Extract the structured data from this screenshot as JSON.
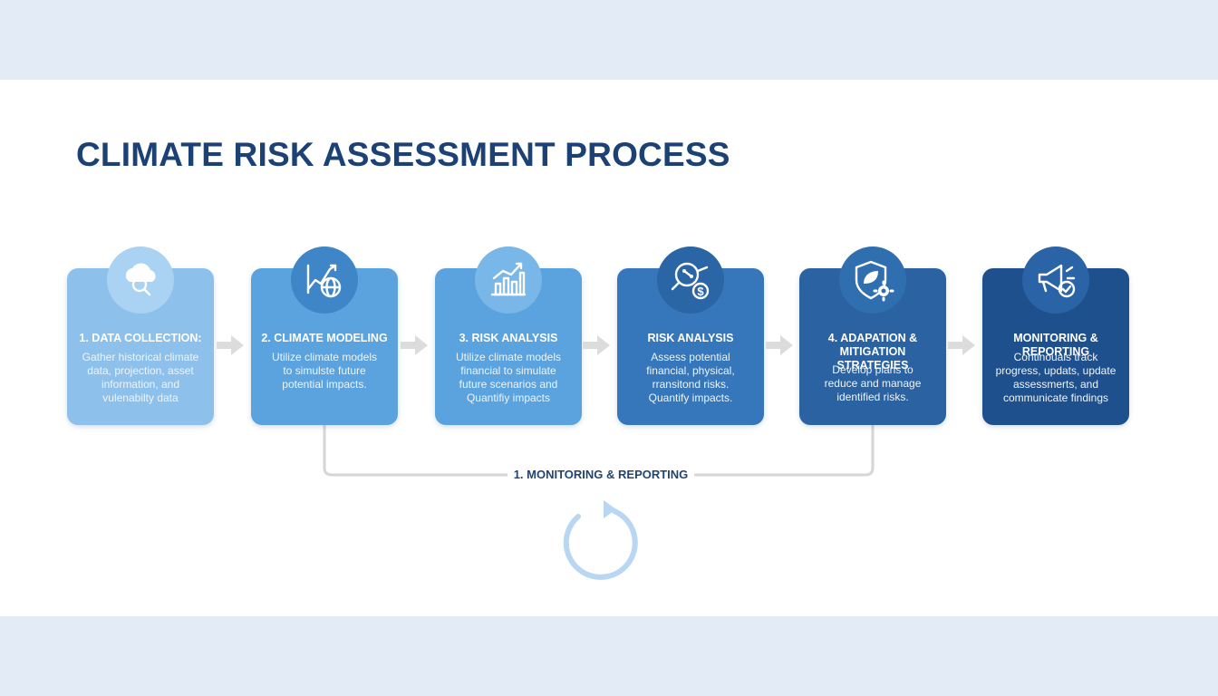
{
  "title": "CLIMATE RISK ASSESSMENT PROCESS",
  "steps": [
    {
      "title_lines": [
        "1. DATA COLLECTION:"
      ],
      "desc_lines": [
        "Gather historical climate",
        "data, projection, asset",
        "information, and",
        "vulenabilty data"
      ],
      "icon": "cloud-search-icon",
      "color": "#8dc1ec",
      "icon_color": "#a9d2f3"
    },
    {
      "title_lines": [
        "2. CLIMATE MODELING"
      ],
      "desc_lines": [
        "Utilize climate models",
        "to simulste future",
        "potential impacts."
      ],
      "icon": "chart-globe-icon",
      "color": "#5aa3de",
      "icon_color": "#3f86c8"
    },
    {
      "title_lines": [
        "3. RISK ANALYSIS"
      ],
      "desc_lines": [
        "Utilize climate models",
        "financial to simulate",
        "future scenarios and",
        "Quantifiy impacts"
      ],
      "icon": "bar-chart-icon",
      "color": "#5aa3de",
      "icon_color": "#79b7e8"
    },
    {
      "title_lines": [
        "RISK ANALYSIS"
      ],
      "desc_lines": [
        "Assess potential",
        "financial, physical,",
        "rransitond risks.",
        "Quantify impacts."
      ],
      "icon": "magnifier-dollar-icon",
      "color": "#3577ba",
      "icon_color": "#2a65a6"
    },
    {
      "title_lines": [
        "4. ADAPATION &",
        "MITIGATION STRATEGIES"
      ],
      "desc_lines": [
        "Develop plans to",
        "reduce and manage",
        "identified risks."
      ],
      "icon": "shield-gear-icon",
      "color": "#2a62a2",
      "icon_color": "#2f6fb0"
    },
    {
      "title_lines": [
        "MONITORING & REPORTING"
      ],
      "desc_lines": [
        "Continouals track",
        "progress, updats, update",
        "assessmerts, and",
        "communicate findings"
      ],
      "icon": "megaphone-check-icon",
      "color": "#1f508e",
      "icon_color": "#2a64a6"
    }
  ],
  "loop_label": "1. MONITORING & REPORTING",
  "colors": {
    "title": "#1b4175",
    "arrow": "#dcdcdc",
    "loop_line": "#d6d6d6",
    "cycle": "#b9d7f2"
  }
}
